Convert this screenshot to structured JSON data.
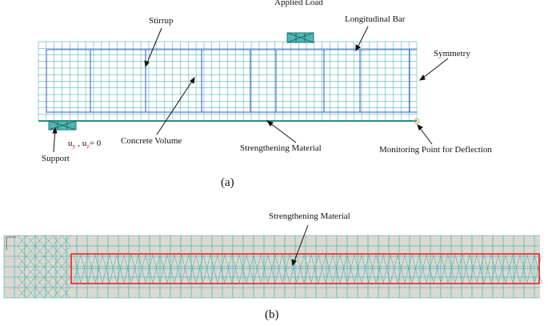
{
  "figure_a": {
    "labels": {
      "applied_load": "Applied Load",
      "stirrup": "Stirrup",
      "longitudinal_bar": "Longitudinal Bar",
      "symmetry": "Symmetry",
      "concrete_volume": "Concrete Volume",
      "strengthening_material": "Strengthening Material",
      "monitoring_point": "Monitoring Point for Deflection",
      "support": "Support",
      "boundary_u": "u",
      "boundary_sub_y": "y",
      "boundary_sep": " , u",
      "boundary_sub_z": "z",
      "boundary_value": "= 0"
    },
    "caption": "(a)",
    "colors": {
      "mesh": "#33aaaa",
      "rebar": "#3355cc",
      "label_text": "#111111"
    }
  },
  "figure_b": {
    "labels": {
      "strengthening_material": "Strengthening Material"
    },
    "caption": "(b)",
    "colors": {
      "background": "#d9d9d1",
      "mesh": "#33aaaa",
      "highlight": "#ee2222"
    }
  }
}
